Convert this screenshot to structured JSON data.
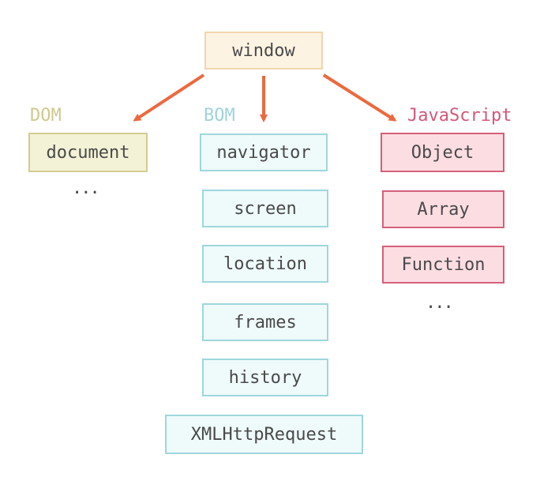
{
  "root": {
    "label": "window"
  },
  "groups": [
    {
      "title": "DOM",
      "color": "#cfc98f",
      "items": [
        "document"
      ],
      "more": "..."
    },
    {
      "title": "BOM",
      "color": "#9fd3da",
      "items": [
        "navigator",
        "screen",
        "location",
        "frames",
        "history",
        "XMLHttpRequest"
      ]
    },
    {
      "title": "JavaScript",
      "color": "#d2587a",
      "items": [
        "Object",
        "Array",
        "Function"
      ],
      "more": "..."
    }
  ],
  "arrow_color": "#ea6a3f"
}
